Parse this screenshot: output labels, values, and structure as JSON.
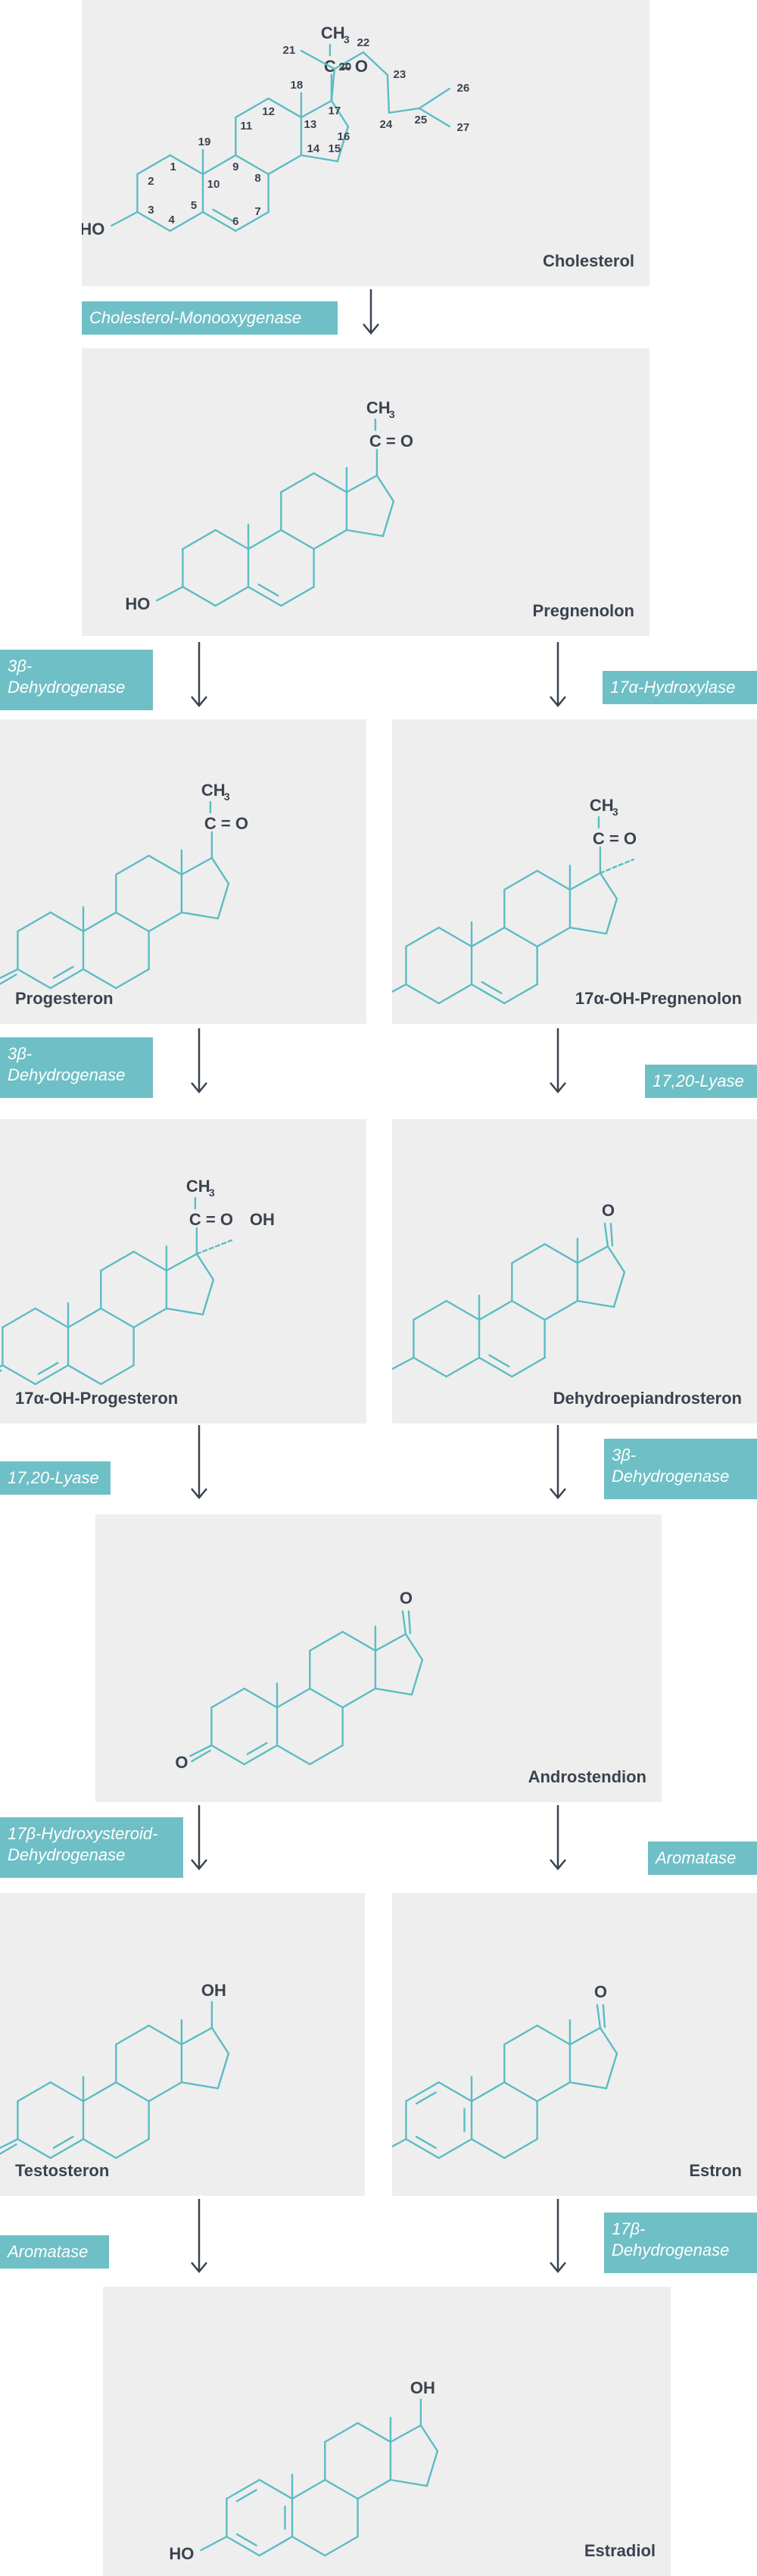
{
  "compounds": {
    "cholesterol": "Cholesterol",
    "pregnenolon": "Pregnenolon",
    "progesteron": "Progesteron",
    "oh_pregnenolon": "17α-OH-Pregnenolon",
    "oh_progesteron": "17α-OH-Progesteron",
    "dhea": "Dehydroepiandrosteron",
    "androstendion": "Androstendion",
    "testosteron": "Testosteron",
    "estron": "Estron",
    "estradiol": "Estradiol"
  },
  "enzymes": {
    "monooxygenase": "Cholesterol-Monooxygenase",
    "dehydrogenase_1": "3β-Dehydrogenase",
    "hydroxylase": "17α-Hydroxylase",
    "dehydrogenase_2": "3β-Dehydrogenase",
    "lyase_1": "17,20-Lyase",
    "lyase_2": "17,20-Lyase",
    "dehydrogenase_3": "3β-Dehydrogenase",
    "hsd": "17β-Hydroxysteroid-Dehydrogenase",
    "aromatase_1": "Aromatase",
    "aromatase_2": "Aromatase",
    "dehydrogenase_4": "17β-Dehydrogenase"
  },
  "atoms": {
    "ho": "HO",
    "o": "O",
    "oh": "OH",
    "ch": "CH",
    "three": "3",
    "c_eq_o": "C = O"
  },
  "numbering": [
    "1",
    "2",
    "3",
    "4",
    "5",
    "6",
    "7",
    "8",
    "9",
    "10",
    "11",
    "12",
    "13",
    "14",
    "15",
    "16",
    "17",
    "18",
    "19",
    "20",
    "21",
    "22",
    "23",
    "24",
    "25",
    "26",
    "27"
  ],
  "colors": {
    "bond": "#5bbcc4",
    "enzyme_bg": "#6fbfc6",
    "box_bg": "#eeeeee",
    "text": "#3b4350",
    "arrow": "#3b4350"
  }
}
